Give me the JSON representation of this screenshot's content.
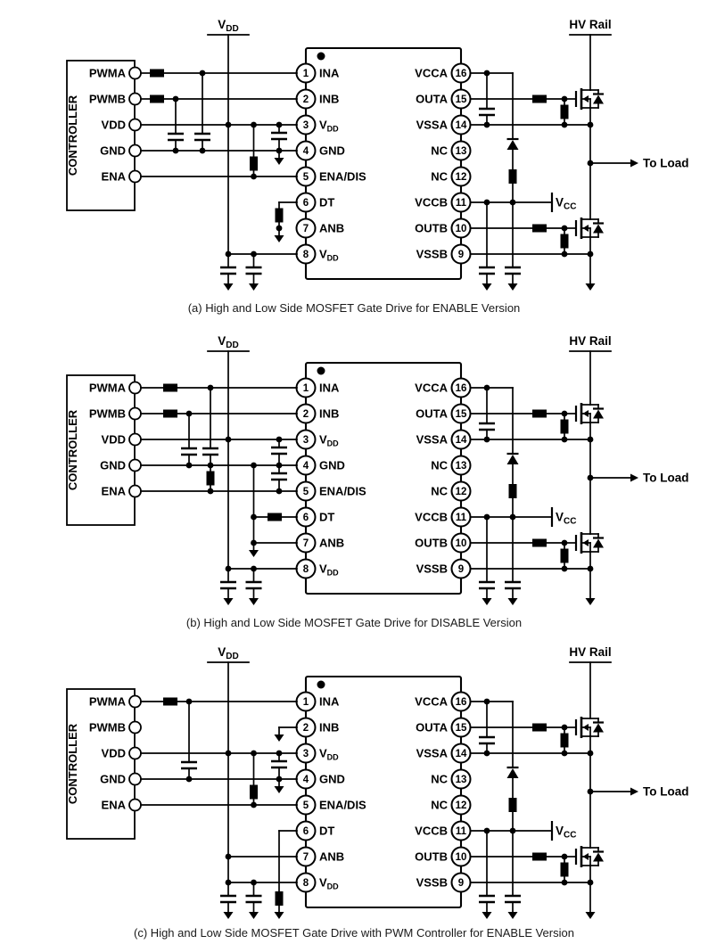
{
  "page": {
    "background": "#ffffff"
  },
  "colors": {
    "wire": "#000000",
    "controller_text": "#2c2ccf",
    "caption_text": "#1a1a1a"
  },
  "shared": {
    "controller": {
      "label": "CONTROLLER",
      "pins": [
        "PWMA",
        "PWMB",
        "VDD",
        "GND",
        "ENA"
      ]
    },
    "ic": {
      "left_pins": [
        {
          "num": "1",
          "name": "INA"
        },
        {
          "num": "2",
          "name": "INB"
        },
        {
          "num": "3",
          "name": {
            "base": "V",
            "sub": "DD"
          }
        },
        {
          "num": "4",
          "name": "GND"
        },
        {
          "num": "5",
          "name": "ENA/DIS"
        },
        {
          "num": "6",
          "name": "DT"
        },
        {
          "num": "7",
          "name": "ANB"
        },
        {
          "num": "8",
          "name": {
            "base": "V",
            "sub": "DD"
          }
        }
      ],
      "right_pins": [
        {
          "num": "16",
          "name": "VCCA"
        },
        {
          "num": "15",
          "name": "OUTA"
        },
        {
          "num": "14",
          "name": "VSSA"
        },
        {
          "num": "13",
          "name": "NC"
        },
        {
          "num": "12",
          "name": "NC"
        },
        {
          "num": "11",
          "name": "VCCB"
        },
        {
          "num": "10",
          "name": "OUTB"
        },
        {
          "num": "9",
          "name": "VSSB"
        }
      ]
    },
    "labels": {
      "vdd_rail": {
        "base": "V",
        "sub": "DD"
      },
      "hv_rail": "HV Rail",
      "vcc": {
        "base": "V",
        "sub": "CC"
      },
      "to_load": "To Load"
    }
  },
  "diagrams": [
    {
      "id": "a",
      "caption": "(a) High and Low Side MOSFET Gate Drive for ENABLE Version"
    },
    {
      "id": "b",
      "caption": "(b) High and Low Side MOSFET Gate Drive for DISABLE Version"
    },
    {
      "id": "c",
      "caption": "(c) High and Low Side MOSFET Gate Drive with PWM Controller for ENABLE Version"
    }
  ]
}
